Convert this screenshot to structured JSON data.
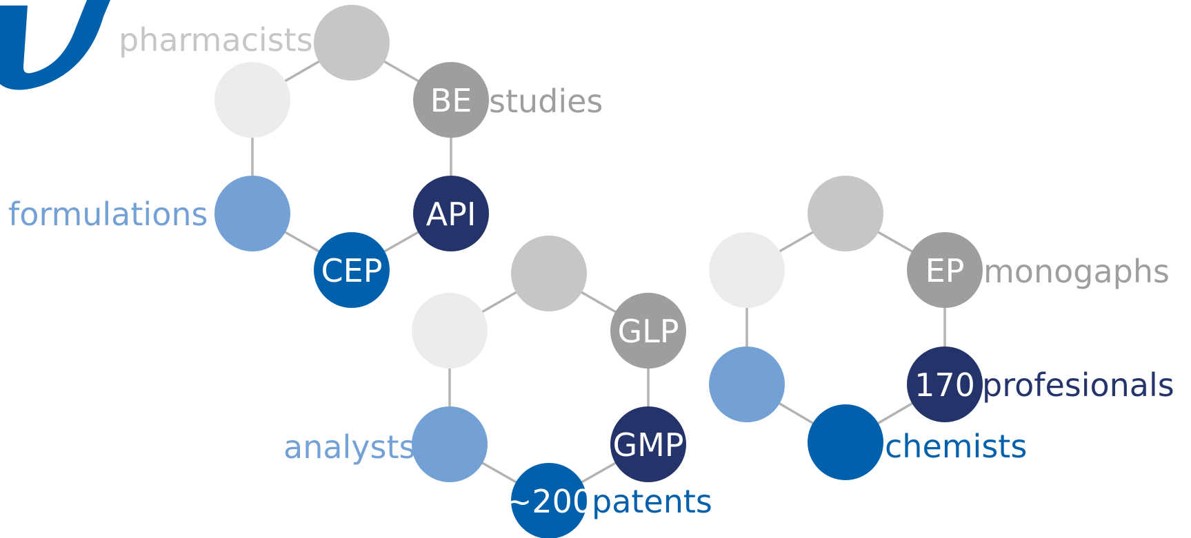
{
  "colors": {
    "brand_blue": "#0060ac",
    "navy": "#24336a",
    "light_blue": "#73a1d5",
    "mid_gray": "#9e9e9e",
    "gray": "#c6c6c6",
    "pale_gray": "#ebeceb",
    "connector": "#b3b3b3",
    "white": "#ffffff"
  },
  "logo": {
    "name": "company-logo-mark",
    "color": "#0060ac"
  },
  "clusters": [
    {
      "id": "molecule-1",
      "nodes": [
        {
          "id": "m1-top",
          "fill": "gray",
          "text": ""
        },
        {
          "id": "m1-upper-right",
          "fill": "mid_gray",
          "text": "BE"
        },
        {
          "id": "m1-lower-right",
          "fill": "navy",
          "text": "API"
        },
        {
          "id": "m1-bottom",
          "fill": "brand_blue",
          "text": "CEP"
        },
        {
          "id": "m1-lower-left",
          "fill": "light_blue",
          "text": ""
        },
        {
          "id": "m1-upper-left",
          "fill": "pale_gray",
          "text": ""
        }
      ],
      "labels": [
        {
          "id": "pharmacists",
          "text": "pharmacists",
          "color": "gray"
        },
        {
          "id": "studies",
          "text": "studies",
          "color": "mid_gray"
        },
        {
          "id": "formulations",
          "text": "formulations",
          "color": "light_blue"
        }
      ]
    },
    {
      "id": "molecule-2",
      "nodes": [
        {
          "id": "m2-top",
          "fill": "gray",
          "text": ""
        },
        {
          "id": "m2-upper-right",
          "fill": "mid_gray",
          "text": "GLP"
        },
        {
          "id": "m2-lower-right",
          "fill": "navy",
          "text": "GMP"
        },
        {
          "id": "m2-bottom",
          "fill": "brand_blue",
          "text": "~200"
        },
        {
          "id": "m2-lower-left",
          "fill": "light_blue",
          "text": ""
        },
        {
          "id": "m2-upper-left",
          "fill": "pale_gray",
          "text": ""
        }
      ],
      "labels": [
        {
          "id": "analysts",
          "text": "analysts",
          "color": "light_blue"
        },
        {
          "id": "patents",
          "text": "patents",
          "color": "brand_blue"
        }
      ]
    },
    {
      "id": "molecule-3",
      "nodes": [
        {
          "id": "m3-top",
          "fill": "gray",
          "text": ""
        },
        {
          "id": "m3-upper-right",
          "fill": "mid_gray",
          "text": "EP"
        },
        {
          "id": "m3-lower-right",
          "fill": "navy",
          "text": "170"
        },
        {
          "id": "m3-bottom",
          "fill": "brand_blue",
          "text": ""
        },
        {
          "id": "m3-lower-left",
          "fill": "light_blue",
          "text": ""
        },
        {
          "id": "m3-upper-left",
          "fill": "pale_gray",
          "text": ""
        }
      ],
      "labels": [
        {
          "id": "monogaphs",
          "text": "monogaphs",
          "color": "mid_gray"
        },
        {
          "id": "profesionals",
          "text": "profesionals",
          "color": "navy"
        },
        {
          "id": "chemists",
          "text": "chemists",
          "color": "brand_blue"
        }
      ]
    }
  ]
}
